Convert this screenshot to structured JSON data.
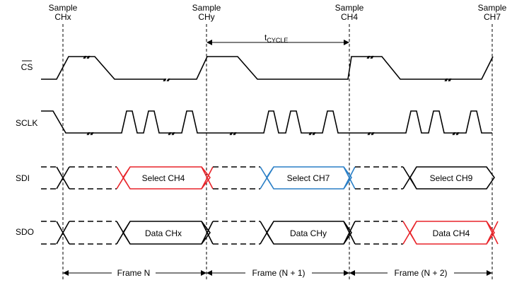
{
  "sample_labels": [
    {
      "line1": "Sample",
      "line2": "CHx"
    },
    {
      "line1": "Sample",
      "line2": "CHy"
    },
    {
      "line1": "Sample",
      "line2": "CH4"
    },
    {
      "line1": "Sample",
      "line2": "CH7"
    }
  ],
  "tcycle": {
    "main": "t",
    "sub": "CYCLE"
  },
  "signals": {
    "cs": "CS",
    "sclk": "SCLK",
    "sdi": "SDI",
    "sdo": "SDO"
  },
  "sdi_boxes": [
    {
      "label": "Select CH4",
      "color": "#e8242a"
    },
    {
      "label": "Select CH7",
      "color": "#2a7fc6"
    },
    {
      "label": "Select CH9",
      "color": "#000000"
    }
  ],
  "sdo_boxes": [
    {
      "label": "Data CHx",
      "color": "#000000"
    },
    {
      "label": "Data CHy",
      "color": "#000000"
    },
    {
      "label": "Data CH4",
      "color": "#e8242a"
    }
  ],
  "frames": [
    "Frame N",
    "Frame (N + 1)",
    "Frame (N + 2)"
  ]
}
